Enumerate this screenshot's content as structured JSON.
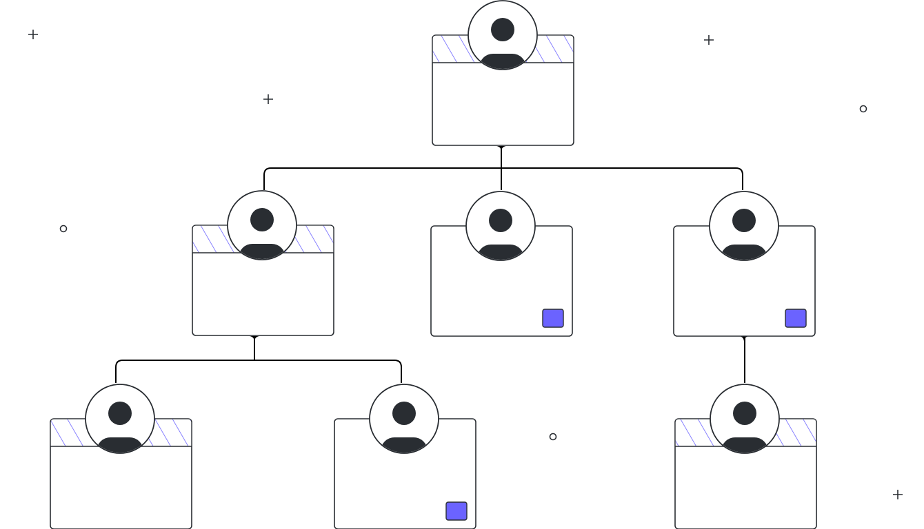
{
  "colors": {
    "stroke": "#292d32",
    "accent": "#6b63ff",
    "avatar": "#292d32",
    "background": "#ffffff"
  },
  "icons": {
    "avatar": "user-avatar-icon",
    "sparkle_plus": "plus-icon",
    "sparkle_dot": "circle-icon"
  },
  "nodes": [
    {
      "id": "root",
      "header": "hatched",
      "badge": false
    },
    {
      "id": "l1-left",
      "header": "hatched",
      "badge": false
    },
    {
      "id": "l1-center",
      "header": "plain",
      "badge": true
    },
    {
      "id": "l1-right",
      "header": "plain",
      "badge": true
    },
    {
      "id": "l2-left-a",
      "header": "hatched",
      "badge": false
    },
    {
      "id": "l2-left-b",
      "header": "plain",
      "badge": true
    },
    {
      "id": "l2-right",
      "header": "hatched",
      "badge": false
    }
  ],
  "edges": [
    [
      "root",
      "l1-left"
    ],
    [
      "root",
      "l1-center"
    ],
    [
      "root",
      "l1-right"
    ],
    [
      "l1-left",
      "l2-left-a"
    ],
    [
      "l1-left",
      "l2-left-b"
    ],
    [
      "l1-right",
      "l2-right"
    ]
  ]
}
